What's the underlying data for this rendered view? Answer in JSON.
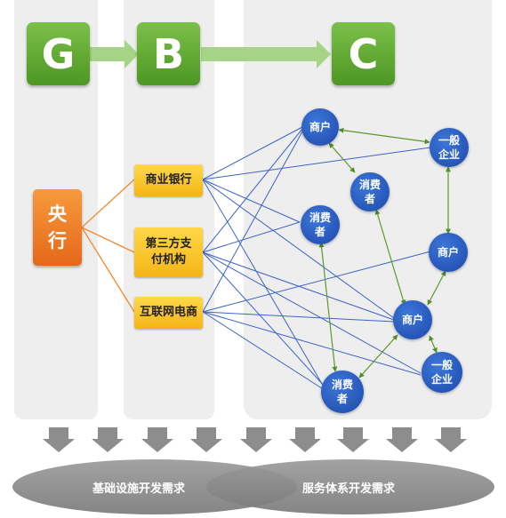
{
  "columns": {
    "g": "G",
    "b": "B",
    "c": "C"
  },
  "central_bank": "央行",
  "b_items": [
    {
      "label": "商业银行"
    },
    {
      "label": "第三方支付机构"
    },
    {
      "label": "互联网电商"
    }
  ],
  "c_nodes": [
    {
      "label": "商户"
    },
    {
      "label": "一般企业"
    },
    {
      "label": "消费者"
    },
    {
      "label": "消费者"
    },
    {
      "label": "商户"
    },
    {
      "label": "商户"
    },
    {
      "label": "一般企业"
    },
    {
      "label": "消费者"
    }
  ],
  "bottom": {
    "left_label": "基础设施开发需求",
    "right_label": "服务体系开发需求"
  },
  "colors": {
    "green": "#5aa82b",
    "orange": "#e8731f",
    "yellow": "#f6c125",
    "blue": "#2456b8",
    "line_blue": "#3b64c8",
    "line_orange": "#f08a2a",
    "line_green": "#5a9a2a",
    "arrow_gray": "#8d8d8d"
  }
}
